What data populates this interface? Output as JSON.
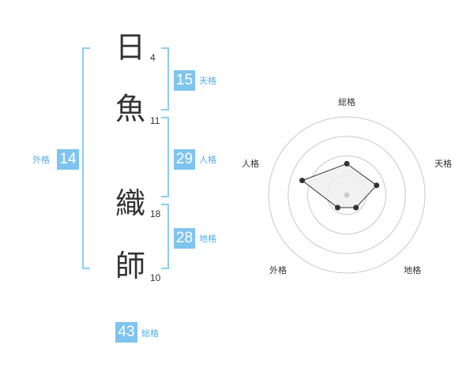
{
  "name": {
    "characters": [
      {
        "char": "日",
        "strokes": "4"
      },
      {
        "char": "魚",
        "strokes": "11"
      },
      {
        "char": "織",
        "strokes": "18"
      },
      {
        "char": "師",
        "strokes": "10"
      }
    ]
  },
  "fortunes": {
    "tenkaku": {
      "label": "天格",
      "value": "15"
    },
    "jinkaku": {
      "label": "人格",
      "value": "29"
    },
    "chikaku": {
      "label": "地格",
      "value": "28"
    },
    "gaikaku": {
      "label": "外格",
      "value": "14"
    },
    "soukaku": {
      "label": "総格",
      "value": "43"
    }
  },
  "radar": {
    "axes": [
      "総格",
      "天格",
      "地格",
      "外格",
      "人格"
    ],
    "levels": [
      0.4,
      0.4,
      0.2,
      0.2,
      0.6
    ],
    "ring_count": 4,
    "colors": {
      "ring": "#c8c8c8",
      "fill": "#eeeeee",
      "line": "#333333",
      "point": "#333333",
      "center": "#cccccc"
    }
  },
  "colors": {
    "accent": "#7fc4ee",
    "bracket": "#8ccdf2",
    "label": "#55aee6"
  }
}
